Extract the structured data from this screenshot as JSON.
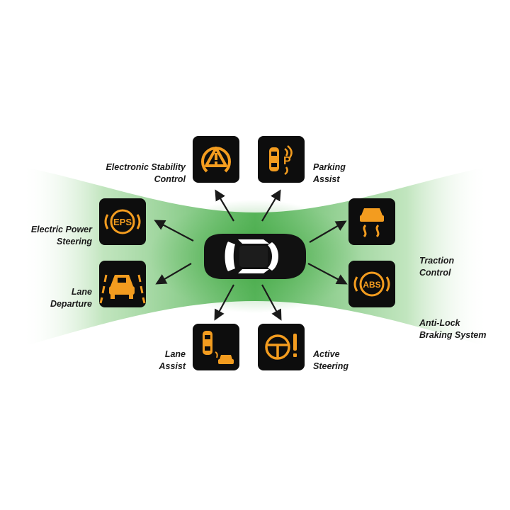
{
  "colors": {
    "icon_bg": "#0d0d0d",
    "icon_fg": "#f39c1f",
    "band_green": "#5cb85c",
    "band_center": "#45a845",
    "arrow": "#1a1a1a",
    "car_body": "#111111",
    "car_glass": "#ffffff",
    "text": "#1a1a1a"
  },
  "features": {
    "esc": {
      "line1": "Electronic Stability",
      "line2": "Control",
      "icon": "warning-triangle-icon"
    },
    "park": {
      "line1": "Parking",
      "line2": "Assist",
      "icon": "parking-sensor-icon"
    },
    "eps": {
      "line1": "Electric Power",
      "line2": "Steering",
      "icon": "eps-icon",
      "badge": "EPS"
    },
    "lane_dep": {
      "line1": "Lane",
      "line2": "Departure",
      "icon": "lane-departure-icon"
    },
    "traction": {
      "line1": "Traction",
      "line2": "Control",
      "icon": "traction-control-icon"
    },
    "abs": {
      "line1": "Anti-Lock",
      "line2": "Braking System",
      "icon": "abs-icon",
      "badge": "ABS"
    },
    "lane_assist": {
      "line1": "Lane",
      "line2": "Assist",
      "icon": "lane-assist-icon"
    },
    "active": {
      "line1": "Active",
      "line2": "Steering",
      "icon": "active-steering-icon"
    }
  }
}
